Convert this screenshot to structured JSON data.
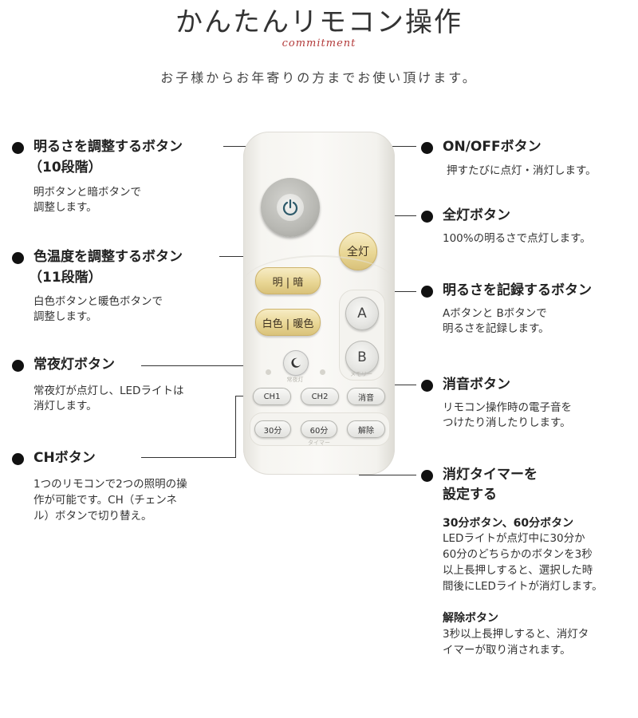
{
  "header": {
    "title": "かんたんリモコン操作",
    "subtitle": "commitment",
    "tagline": "お子様からお年寄りの方までお使い頂けます。"
  },
  "left": [
    {
      "head1": "明るさを調整するボタン",
      "head2": "（10段階）",
      "desc1": "明ボタンと暗ボタンで",
      "desc2": "調整します。"
    },
    {
      "head1": "色温度を調整するボタン",
      "head2": "（11段階）",
      "desc1": "白色ボタンと暖色ボタンで",
      "desc2": "調整します。"
    },
    {
      "head1": "常夜灯ボタン",
      "desc1": "常夜灯が点灯し、LEDライトは",
      "desc2": "消灯します。"
    },
    {
      "head1": "CHボタン",
      "desc1": "1つのリモコンで2つの照明の操",
      "desc2": "作が可能です。CH（チェンネ",
      "desc3": "ル）ボタンで切り替え。"
    }
  ],
  "right": [
    {
      "head1": "ON/OFFボタン",
      "desc1": "押すたびに点灯・消灯します。"
    },
    {
      "head1": "全灯ボタン",
      "desc1": "100%の明るさで点灯します。"
    },
    {
      "head1": "明るさを記録するボタン",
      "desc1": "Aボタンと Bボタンで",
      "desc2": "明るさを記録します。"
    },
    {
      "head1": "消音ボタン",
      "desc1": "リモコン操作時の電子音を",
      "desc2": "つけたり消したりします。"
    },
    {
      "head1": "消灯タイマーを",
      "head2": "設定する",
      "sub1": "30分ボタン、60分ボタン",
      "sub1_lines": [
        "LEDライトが点灯中に30分か",
        "60分のどちらかのボタンを3秒",
        "以上長押しすると、選択した時",
        "間後にLEDライトが消灯します。"
      ],
      "sub2": "解除ボタン",
      "sub2_lines": [
        "3秒以上長押しすると、消灯タ",
        "イマーが取り消されます。"
      ]
    }
  ],
  "remote": {
    "all_on": "全灯",
    "bright_dark": "明 | 暗",
    "color": "白色 | 暖色",
    "a": "A",
    "b": "B",
    "memory": "メモリー",
    "night": "常夜灯",
    "ch1": "CH1",
    "ch2": "CH2",
    "mute": "消音",
    "m30": "30分",
    "m60": "60分",
    "cancel": "解除",
    "timer": "タイマー"
  },
  "colors": {
    "accent": "#b33a3a",
    "gold": "#e9d796",
    "text": "#222222"
  }
}
